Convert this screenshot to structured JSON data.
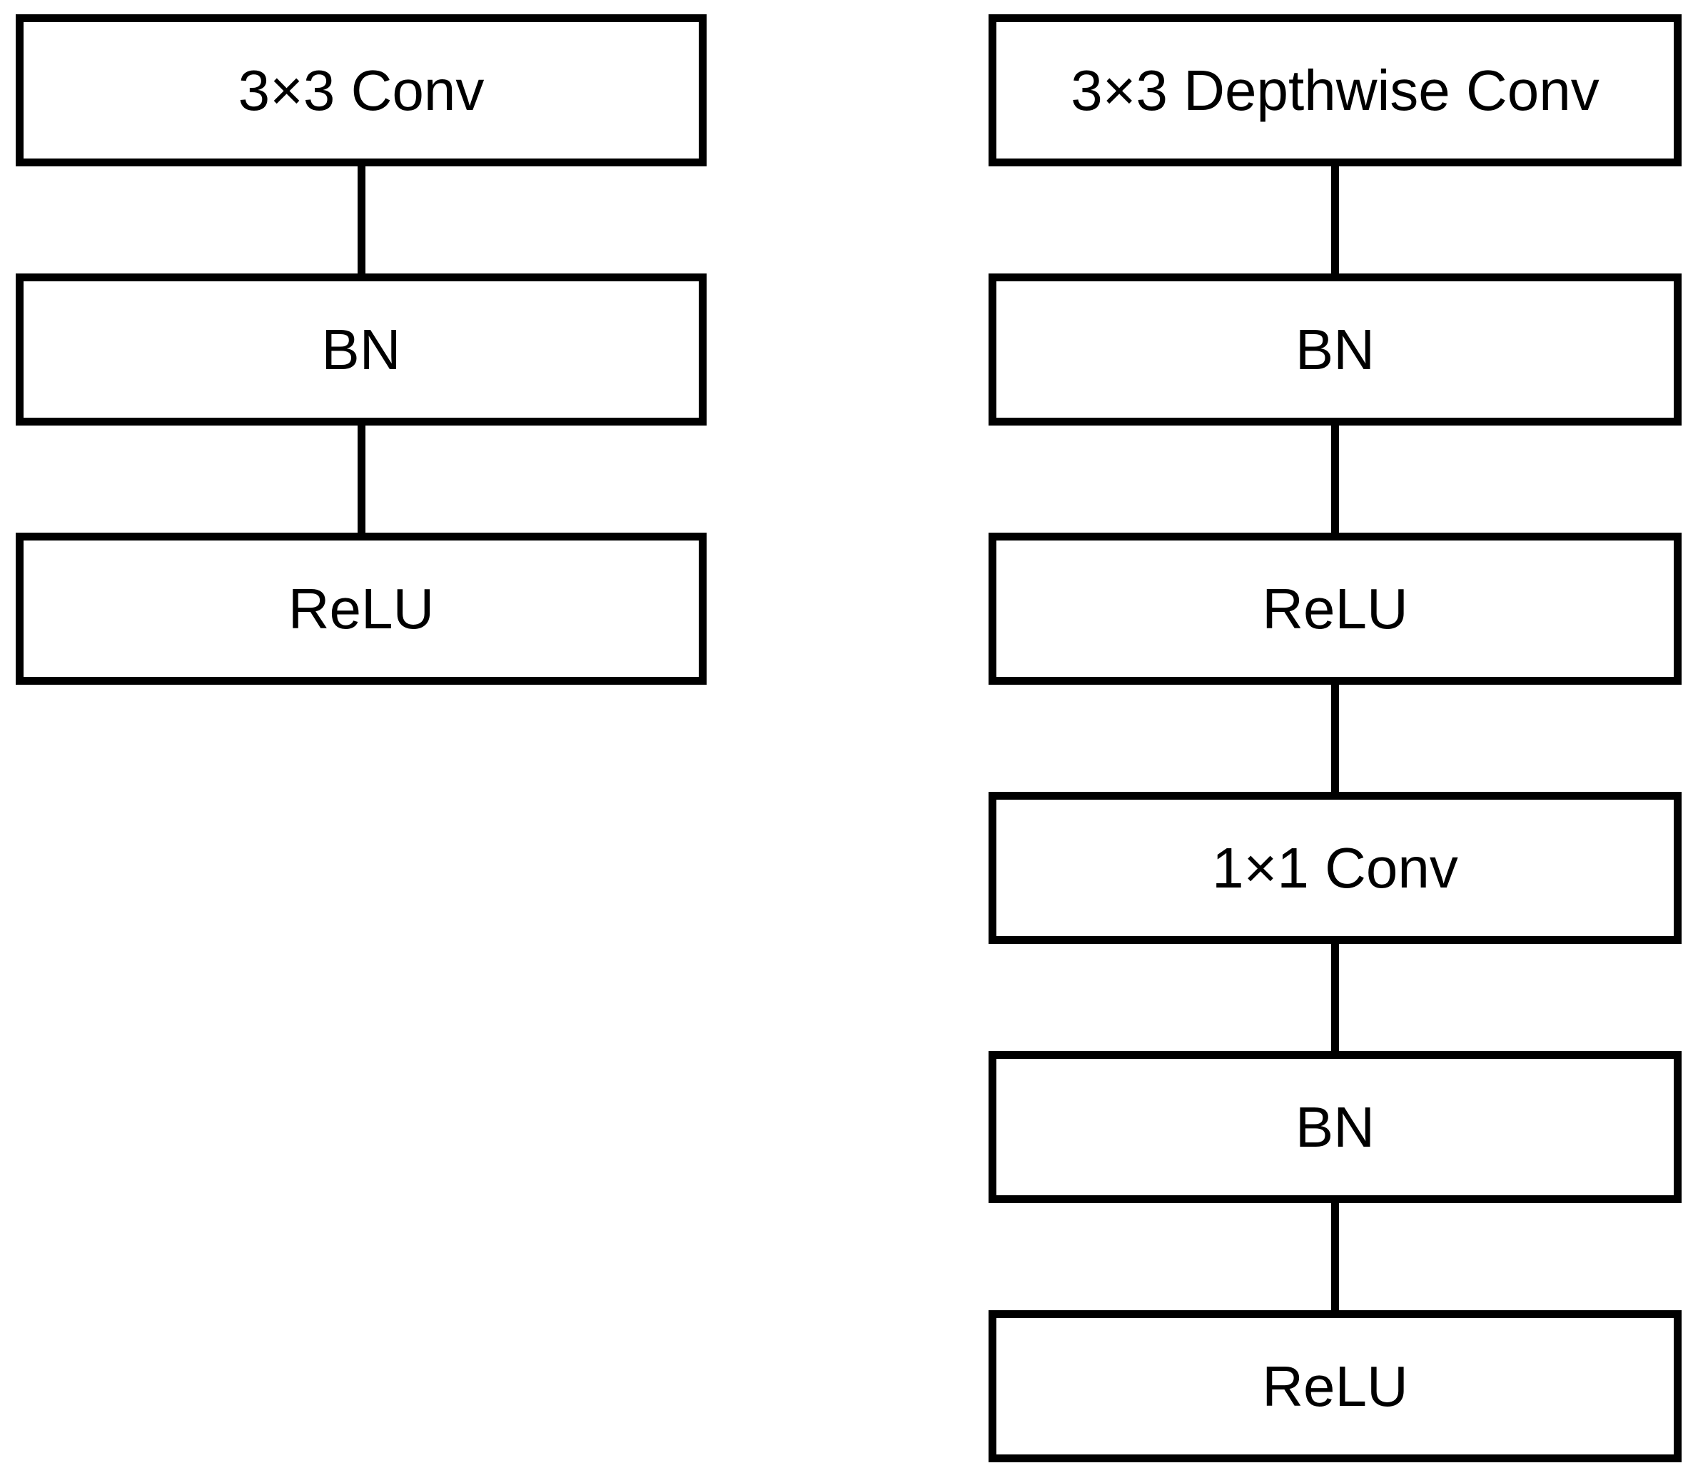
{
  "diagram": {
    "title": "standard-vs-depthwise-separable-convolution-blocks",
    "background_color": "#ffffff",
    "line_color": "#000000",
    "text_color": "#000000",
    "columns": [
      {
        "id": "standard-convolution-block",
        "boxes": [
          "3×3 Conv",
          "BN",
          "ReLU"
        ]
      },
      {
        "id": "depthwise-separable-convolution-block",
        "boxes": [
          "3×3 Depthwise Conv",
          "BN",
          "ReLU",
          "1×1 Conv",
          "BN",
          "ReLU"
        ]
      }
    ]
  }
}
